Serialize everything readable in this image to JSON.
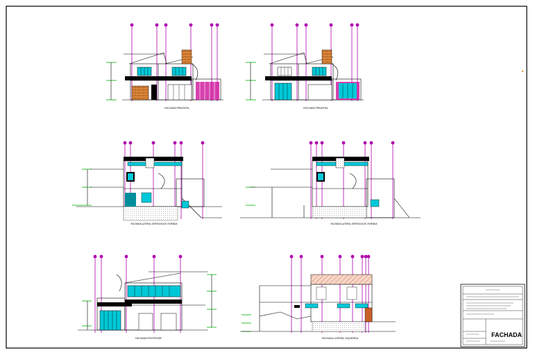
{
  "sheet": {
    "background": "#ffffff",
    "line_color": "#000000",
    "accent_magenta": "#b000b0",
    "accent_cyan": "#00c8d8",
    "accent_teal": "#008f9a",
    "brick_color": "#e08a3a",
    "grid_green": "#00b000",
    "hatch_color": "#e8a080"
  },
  "drawings": [
    {
      "id": "elev-front-1",
      "caption": "FACHADA PRINCIPAL"
    },
    {
      "id": "elev-front-2",
      "caption": "FACHADA PRINCIPAL"
    },
    {
      "id": "elev-side-1",
      "caption": "FACHADA LATERAL DERECHA DE VIVIENDA"
    },
    {
      "id": "elev-side-2",
      "caption": "FACHADA LATERAL DERECHA DE VIVIENDA"
    },
    {
      "id": "elev-rear",
      "caption": "FACHADA POSTERIOR"
    },
    {
      "id": "elev-lateral",
      "caption": "FACHADA LATERAL IZQUIERDA"
    }
  ],
  "title_block": {
    "sheet_title": "FACHADA"
  }
}
